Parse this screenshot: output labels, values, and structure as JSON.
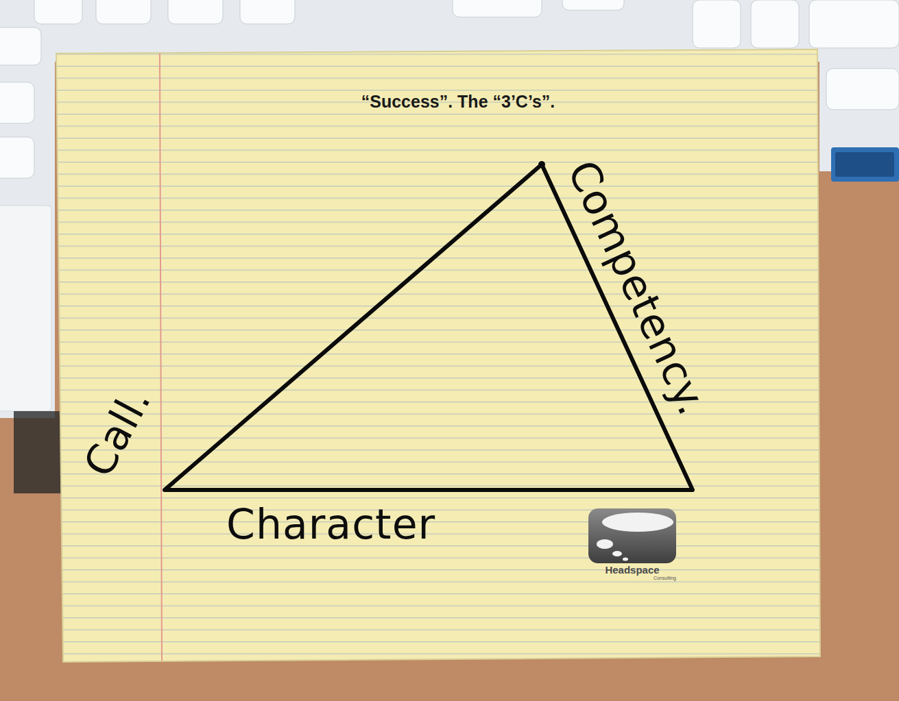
{
  "diagram": {
    "title": "“Success”. The “3’C’s”.",
    "labels": [
      "Call.",
      "Character",
      "Competency.",
      "Headspace",
      "Consulting"
    ]
  }
}
